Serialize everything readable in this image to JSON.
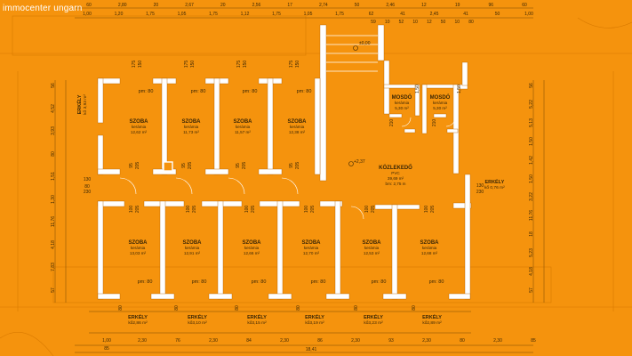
{
  "brand": "immocenter ungarn",
  "top_dims_row1": [
    "60",
    "2,80",
    "20",
    "2,67",
    "20",
    "2,56",
    "17",
    "2,74",
    "50",
    "2,46",
    "12",
    "19",
    "96",
    "60"
  ],
  "top_dims_row2": [
    "1,00",
    "1,20",
    "1,75",
    "1,05",
    "1,75",
    "1,12",
    "1,75",
    "1,05",
    "1,75",
    "62",
    "41",
    "2,45",
    "41",
    "50",
    "1,00"
  ],
  "top_dims_row3": [
    "59",
    "10",
    "52",
    "10",
    "12",
    "50",
    "10",
    "80"
  ],
  "bottom_dims_row1": [
    "1,00",
    "2,30",
    "76",
    "2,30",
    "84",
    "2,30",
    "86",
    "2,30",
    "93",
    "2,30",
    "80",
    "2,30",
    "85"
  ],
  "bottom_dims_row2": [
    "85",
    "18,41"
  ],
  "left_dims": [
    "56",
    "4,52",
    "3,93",
    "80",
    "1,51",
    "1,30",
    "11,76",
    "4,18",
    "7,83",
    "57"
  ],
  "right_dims": [
    "56",
    "5,22",
    "5,13",
    "1,50",
    "1,42",
    "1,50",
    "3,22",
    "11,76",
    "18",
    "5,23",
    "4,18",
    "57"
  ],
  "top_rooms": [
    {
      "name": "SZOBA",
      "material": "kerámia",
      "area": "12,62 m²"
    },
    {
      "name": "SZOBA",
      "material": "kerámia",
      "area": "11,73 m²"
    },
    {
      "name": "SZOBA",
      "material": "kerámia",
      "area": "11,57 m²"
    },
    {
      "name": "SZOBA",
      "material": "kerámia",
      "area": "12,38 m²"
    }
  ],
  "bottom_rooms": [
    {
      "name": "SZOBA",
      "material": "kerámia",
      "area": "13,03 m²"
    },
    {
      "name": "SZOBA",
      "material": "kerámia",
      "area": "12,91 m²"
    },
    {
      "name": "SZOBA",
      "material": "kerámia",
      "area": "12,66 m²"
    },
    {
      "name": "SZOBA",
      "material": "kerámia",
      "area": "12,70 m²"
    },
    {
      "name": "SZOBA",
      "material": "kerámia",
      "area": "12,53 m²"
    },
    {
      "name": "SZOBA",
      "material": "kerámia",
      "area": "12,68 m²"
    }
  ],
  "baths": [
    {
      "name": "MOSDÓ",
      "material": "kerámia",
      "area": "5,30 m²"
    },
    {
      "name": "MOSDÓ",
      "material": "kerámia",
      "area": "5,30 m²"
    }
  ],
  "corridor": {
    "name": "KÖZLEKEDŐ",
    "material": "PVC",
    "area": "39,69 m²",
    "height": "bm: 2,75 m"
  },
  "pm_label": "pm: 80",
  "door_label_80": "80",
  "door_label_205": "205",
  "door_label_210": "210",
  "door_label_95": "95",
  "door_label_100": "100",
  "door_label_175": "175",
  "door_label_150": "150",
  "door_label_1_50": "1,50",
  "level_top": "±0,00",
  "level_mid": "+2,37",
  "mid_small": "+2,37",
  "mid_dims": [
    "130",
    "80",
    "230",
    "130",
    "230"
  ],
  "right_mid_dims": [
    "130",
    "230"
  ],
  "balcony_left": {
    "name": "ERKÉLY",
    "material": "kő",
    "area": "3,93 m²"
  },
  "balcony_right": {
    "name": "ERKÉLY",
    "material": "kő",
    "area": "0,76 m²"
  },
  "balconies_bottom": [
    {
      "name": "ERKÉLY",
      "material": "kő",
      "area": "2,86 m²"
    },
    {
      "name": "ERKÉLY",
      "material": "kő",
      "area": "3,10 m²"
    },
    {
      "name": "ERKÉLY",
      "material": "kő",
      "area": "3,15 m²"
    },
    {
      "name": "ERKÉLY",
      "material": "kő",
      "area": "3,19 m²"
    },
    {
      "name": "ERKÉLY",
      "material": "kő",
      "area": "3,23 m²"
    },
    {
      "name": "ERKÉLY",
      "material": "kő",
      "area": "2,89 m²"
    }
  ],
  "colors": {
    "background": "#f5930d",
    "wall": "#ffffff",
    "ink": "#3a2605",
    "line": "#c76f00"
  }
}
